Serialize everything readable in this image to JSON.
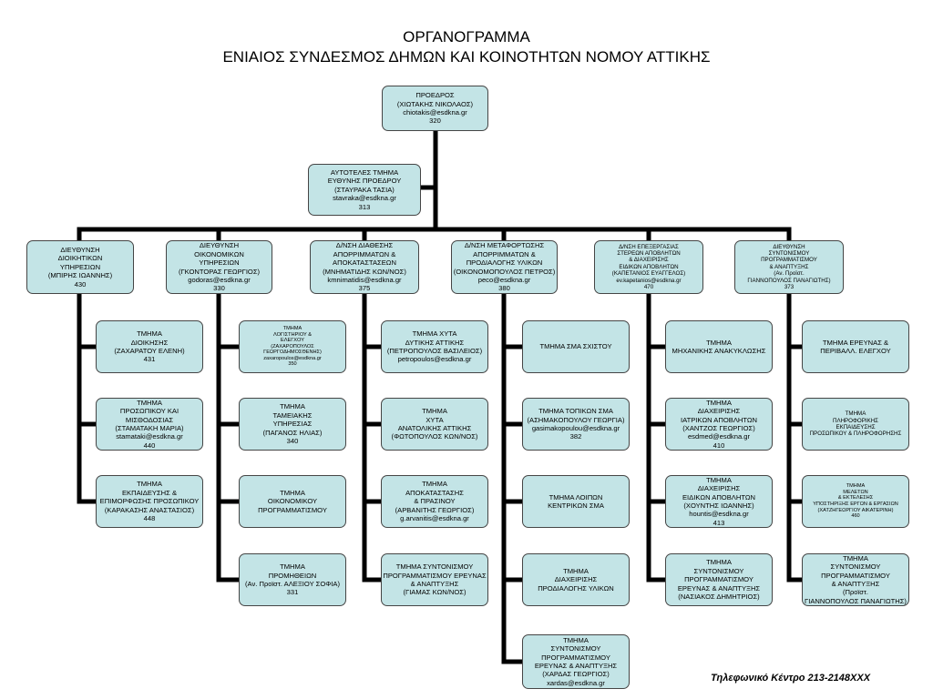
{
  "title": {
    "line1": "ΟΡΓΑΝΟΓΡΑΜΜΑ",
    "line2": "ΕΝΙΑΙΟΣ ΣΥΝΔΕΣΜΟΣ ΔΗΜΩΝ ΚΑΙ ΚΟΙΝΟΤΗΤΩΝ ΝΟΜΟΥ ΑΤΤΙΚΗΣ"
  },
  "president": {
    "lines": [
      "ΠΡΟΕΔΡΟΣ",
      "(ΧΙΩΤΑΚΗΣ ΝΙΚΟΛΑΟΣ)",
      "chiotakis@esdkna.gr",
      "320"
    ]
  },
  "staff": {
    "lines": [
      "ΑΥΤΟΤΕΛΕΣ ΤΜΗΜΑ",
      "ΕΥΘΥΝΗΣ ΠΡΟΕΔΡΟΥ",
      "(ΣΤΑΥΡΑΚΑ ΤΑΣΙΑ)",
      "stavraka@esdkna.gr",
      "313"
    ]
  },
  "directorates": [
    {
      "lines": [
        "ΔΙΕΥΘΥΝΣΗ",
        "ΔΙΟΙΚΗΤΙΚΩΝ",
        "ΥΠΗΡΕΣΙΩΝ",
        "(ΜΠΙΡΗΣ ΙΩΑΝΝΗΣ)",
        "430"
      ],
      "departments": [
        {
          "lines": [
            "ΤΜΗΜΑ",
            "ΔΙΟΙΚΗΣΗΣ",
            "(ΖΑΧΑΡΑΤΟΥ ΕΛΕΝΗ)",
            "431"
          ]
        },
        {
          "lines": [
            "ΤΜΗΜΑ",
            "ΠΡΟΣΩΠΙΚΟΥ ΚΑΙ",
            "ΜΙΣΘΟΔΟΣΙΑΣ",
            "(ΣΤΑΜΑΤΑΚΗ ΜΑΡΙΑ)",
            "stamataki@esdkna.gr",
            "440"
          ]
        },
        {
          "lines": [
            "ΤΜΗΜΑ",
            "ΕΚΠΑΙΔΕΥΣΗΣ &",
            "ΕΠΙΜΟΡΦΩΣΗΣ ΠΡΟΣΩΠΙΚΟΥ",
            "(ΚΑΡΑΚΑΣΗΣ ΑΝΑΣΤΑΣΙΟΣ)",
            "448"
          ]
        }
      ]
    },
    {
      "lines": [
        "ΔΙΕΥΘΥΝΣΗ",
        "ΟΙΚΟΝΟΜΙΚΩΝ",
        "ΥΠΗΡΕΣΙΩΝ",
        "(ΓΚΟΝΤΟΡΑΣ ΓΕΩΡΓΙΟΣ)",
        "godoras@esdkna.gr",
        "330"
      ],
      "departments": [
        {
          "lines": [
            "ΤΜΗΜΑ",
            "ΛΟΓΙΣΤΗΡΙΟΥ &",
            "ΕΛΕΓΧΟΥ",
            "(ΖΑΧΑΡΟΠΟΥΛΟΣ",
            "ΓΕΩΡΓΟΔΗΜΟΣΘΕΝΗΣ)",
            "zaxaropoulos@esdkna.gr",
            "350"
          ]
        },
        {
          "lines": [
            "ΤΜΗΜΑ",
            "ΤΑΜΕΙΑΚΗΣ",
            "ΥΠΗΡΕΣΙΑΣ",
            "(ΠΑΓΑΝΟΣ ΗΛΙΑΣ)",
            "340"
          ]
        },
        {
          "lines": [
            "ΤΜΗΜΑ",
            "ΟΙΚΟΝΟΜΙΚΟΥ",
            "ΠΡΟΓΡΑΜΜΑΤΙΣΜΟΥ"
          ]
        },
        {
          "lines": [
            "ΤΜΗΜΑ",
            "ΠΡΟΜΗΘΕΙΩΝ",
            "(Αν. Προϊστ. ΑΛΕΞΙΟΥ ΣΟΦΙΑ)",
            "331"
          ]
        }
      ]
    },
    {
      "lines": [
        "Δ/ΝΣΗ ΔΙΑΘΕΣΗΣ",
        "ΑΠΟΡΡΙΜΜΑΤΩΝ &",
        "ΑΠΟΚΑΤΑΣΤΑΣΕΩΝ",
        "(ΜΝΗΜΑΤΙΔΗΣ ΚΩΝ/ΝΟΣ)",
        "kmnimatidis@esdkna.gr",
        "375"
      ],
      "departments": [
        {
          "lines": [
            "ΤΜΗΜΑ ΧΥΤΑ",
            "ΔΥΤΙΚΗΣ ΑΤΤΙΚΗΣ",
            "(ΠΕΤΡΟΠΟΥΛΟΣ ΒΑΣΙΛΕΙΟΣ)",
            "petropoulos@esdkna.gr"
          ]
        },
        {
          "lines": [
            "ΤΜΗΜΑ",
            "ΧΥΤΑ",
            "ΑΝΑΤΟΛΙΚΗΣ ΑΤΤΙΚΗΣ",
            "(ΦΩΤΟΠΟΥΛΟΣ ΚΩΝ/ΝΟΣ)"
          ]
        },
        {
          "lines": [
            "ΤΜΗΜΑ",
            "ΑΠΟΚΑΤΑΣΤΑΣΗΣ",
            "& ΠΡΑΣΙΝΟΥ",
            "(ΑΡΒΑΝΙΤΗΣ ΓΕΩΡΓΙΟΣ)",
            "g.arvanitis@esdkna.gr"
          ]
        },
        {
          "lines": [
            "ΤΜΗΜΑ ΣΥΝΤΟΝΙΣΜΟΥ",
            "ΠΡΟΓΡΑΜΜΑΤΙΣΜΟΥ ΕΡΕΥΝΑΣ",
            "& ΑΝΑΠΤΥΞΗΣ",
            "(ΓΙΑΜΑΣ ΚΩΝ/ΝΟΣ)"
          ]
        }
      ]
    },
    {
      "lines": [
        "Δ/ΝΣΗ ΜΕΤΑΦΟΡΤΩΣΗΣ",
        "ΑΠΟΡΡΙΜΜΑΤΩΝ &",
        "ΠΡΟΔΙΑΛΟΓΗΣ ΥΛΙΚΩΝ",
        "(ΟΙΚΟΝΟΜΟΠΟΥΛΟΣ ΠΕΤΡΟΣ)",
        "peco@esdkna.gr",
        "380"
      ],
      "departments": [
        {
          "lines": [
            "ΤΜΗΜΑ ΣΜΑ ΣΧΙΣΤΟΥ"
          ]
        },
        {
          "lines": [
            "ΤΜΗΜΑ ΤΟΠΙΚΩΝ ΣΜΑ",
            "(ΑΣΗΜΑΚΟΠΟΥΛΟΥ ΓΕΩΡΓΙΑ)",
            "gasimakopoulou@esdkna.gr",
            "382"
          ]
        },
        {
          "lines": [
            "ΤΜΗΜΑ ΛΟΙΠΩΝ",
            "ΚΕΝΤΡΙΚΩΝ ΣΜΑ"
          ]
        },
        {
          "lines": [
            "ΤΜΗΜΑ",
            "ΔΙΑΧΕΙΡΙΣΗΣ",
            "ΠΡΟΔΙΑΛΟΓΗΣ ΥΛΙΚΩΝ"
          ]
        },
        {
          "lines": [
            "ΤΜΗΜΑ",
            "ΣΥΝΤΟΝΙΣΜΟΥ",
            "ΠΡΟΓΡΑΜΜΑΤΙΣΜΟΥ",
            "ΕΡΕΥΝΑΣ & ΑΝΑΠΤΥΞΗΣ",
            "(ΧΑΡΔΑΣ ΓΕΩΡΓΙΟΣ)",
            "xardas@esdkna.gr"
          ]
        }
      ]
    },
    {
      "lines": [
        "Δ/ΝΣΗ ΕΠΕΞΕΡΓΑΣΙΑΣ",
        "ΣΤΕΡΕΩΝ ΑΠΟΒΛΗΤΩΝ",
        "& ΔΙΑΧΕΙΡΙΣΗΣ",
        "ΕΙΔΙΚΩΝ ΑΠΟΒΛΗΤΩΝ",
        "(ΚΑΠΕΤΑΝΙΟΣ ΕΥΑΓΓΕΛΟΣ)",
        "ev.kapetanios@esdkna.gr",
        "470"
      ],
      "departments": [
        {
          "lines": [
            "ΤΜΗΜΑ",
            "ΜΗΧΑΝΙΚΗΣ ΑΝΑΚΥΚΛΩΣΗΣ"
          ]
        },
        {
          "lines": [
            "ΤΜΗΜΑ",
            "ΔΙΑΧΕΙΡΙΣΗΣ",
            "ΙΑΤΡΙΚΩΝ ΑΠΟΒΛΗΤΩΝ",
            "(ΧΑΝΤΖΟΣ ΓΕΩΡΓΙΟΣ)",
            "esdmed@esdkna.gr",
            "410"
          ]
        },
        {
          "lines": [
            "ΤΜΗΜΑ",
            "ΔΙΑΧΕΙΡΙΣΗΣ",
            "ΕΙΔΙΚΩΝ ΑΠΟΒΛΗΤΩΝ",
            "(ΧΟΥΝΤΗΣ ΙΩΑΝΝΗΣ)",
            "hountis@esdkna.gr",
            "413"
          ]
        },
        {
          "lines": [
            "ΤΜΗΜΑ",
            "ΣΥΝΤΟΝΙΣΜΟΥ",
            "ΠΡΟΓΡΑΜΜΑΤΙΣΜΟΥ",
            "ΕΡΕΥΝΑΣ & ΑΝΑΠΤΥΞΗΣ",
            "(ΝΑΣΙΑΚΟΣ ΔΗΜΗΤΡΙΟΣ)"
          ]
        }
      ]
    },
    {
      "lines": [
        "ΔΙΕΥΘΥΝΣΗ",
        "ΣΥΝΤΟΝΙΣΜΟΥ",
        "ΠΡΟΓΡΑΜΜΑΤΙΣΜΟΥ",
        "& ΑΝΑΠΤΥΞΗΣ",
        "(Αν. Προϊστ.",
        "ΓΙΑΝΝΟΠΟΥΛΟΣ ΠΑΝΑΓΙΩΤΗΣ)",
        "373"
      ],
      "departments": [
        {
          "lines": [
            "ΤΜΗΜΑ ΕΡΕΥΝΑΣ &",
            "ΠΕΡΙΒΑΛΛ. ΕΛΕΓΧΟΥ"
          ]
        },
        {
          "lines": [
            "ΤΜΗΜΑ",
            "ΠΛΗΡΟΦΟΡΙΚΗΣ",
            "ΕΚΠΑΙΔΕΥΣΗΣ",
            "ΠΡΟΣΩΠΙΚΟΥ & ΠΛΗΡΟΦΟΡΗΣΗΣ"
          ]
        },
        {
          "lines": [
            "ΤΜΗΜΑ",
            "ΜΕΛΕΤΩΝ",
            "& ΕΚΤΕΛΕΣΗΣ",
            "ΥΠΟΣΤΗΡΙΞΗΣ ΕΡΓΩΝ & ΕΡΓΑΣΙΩΝ",
            "(ΧΑΤΖΗΓΕΩΡΓΙΟΥ ΑΙΚΑΤΕΡΙΝΗ)",
            "460"
          ]
        },
        {
          "lines": [
            "ΤΜΗΜΑ",
            "ΣΥΝΤΟΝΙΣΜΟΥ",
            "ΠΡΟΓΡΑΜΜΑΤΙΣΜΟΥ",
            "& ΑΝΑΠΤΥΞΗΣ",
            "(Προϊστ.",
            "ΓΙΑΝΝΟΠΟΥΛΟΣ ΠΑΝΑΓΙΩΤΗΣ)"
          ]
        }
      ]
    }
  ],
  "footer": "Τηλεφωνικό Κέντρο 213-2148XXX",
  "colors": {
    "box_fill": "#c3e4e6",
    "box_border": "#454545",
    "connector": "#000000"
  }
}
